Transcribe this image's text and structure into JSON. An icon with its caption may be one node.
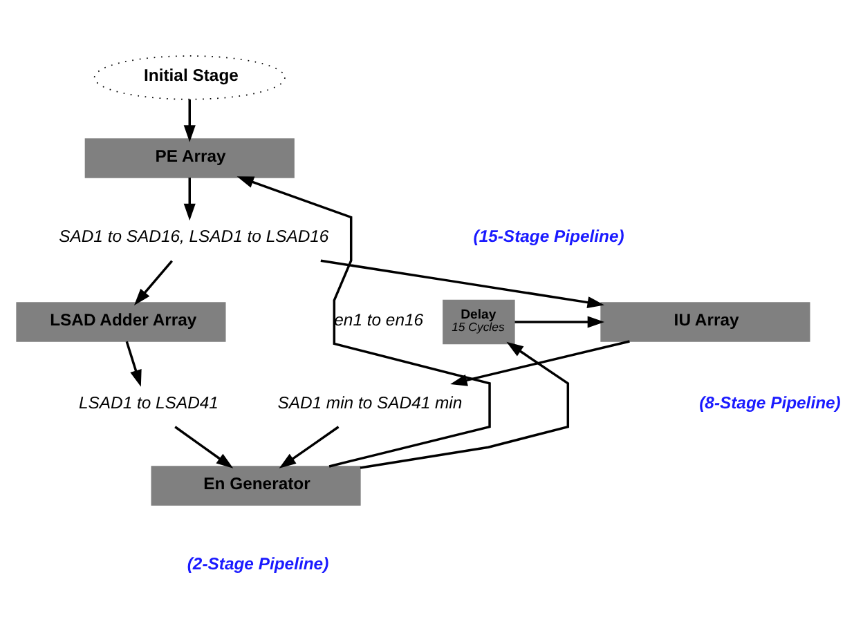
{
  "diagram": {
    "nodes": [
      {
        "text": [
          "Initial Stage"
        ]
      },
      {
        "text": [
          "PE Array"
        ]
      },
      {
        "text": [
          "SAD1 to SAD16, LSAD1 to LSAD16"
        ]
      },
      {
        "text": [
          "Delay",
          "15 Cycles"
        ]
      },
      {
        "text": [
          "IU Array"
        ]
      },
      {
        "text": [
          "LSAD Adder Array"
        ]
      },
      {
        "text": [
          "SAD1 min to SAD41 min"
        ]
      },
      {
        "text": [
          "LSAD1 to LSAD41"
        ]
      },
      {
        "text": [
          "En Generator"
        ]
      }
    ],
    "edges": [
      {
        "from": 0,
        "to": 1,
        "arrow": "to"
      },
      {
        "from": 1,
        "to": 2,
        "arrow": "to"
      },
      {
        "from": 2,
        "to": 4,
        "arrow": "to"
      },
      {
        "from": 2,
        "to": 5,
        "arrow": "to"
      },
      {
        "from": 3,
        "to": 4,
        "arrow": "to"
      },
      {
        "from": 4,
        "to": 6,
        "arrow": "to"
      },
      {
        "from": 5,
        "to": 7,
        "arrow": "to"
      },
      {
        "from": 6,
        "to": 8,
        "arrow": "to"
      },
      {
        "from": 7,
        "to": 8,
        "arrow": "to"
      },
      {
        "from": 8,
        "to": 1,
        "arrow": "to",
        "label": "en1 to en16"
      },
      {
        "from": 8,
        "to": 3,
        "arrow": "to"
      }
    ],
    "labels": [
      "(15-Stage Pipeline)",
      "(8-Stage Pipeline)",
      "(2-Stage Pipeline)"
    ]
  }
}
